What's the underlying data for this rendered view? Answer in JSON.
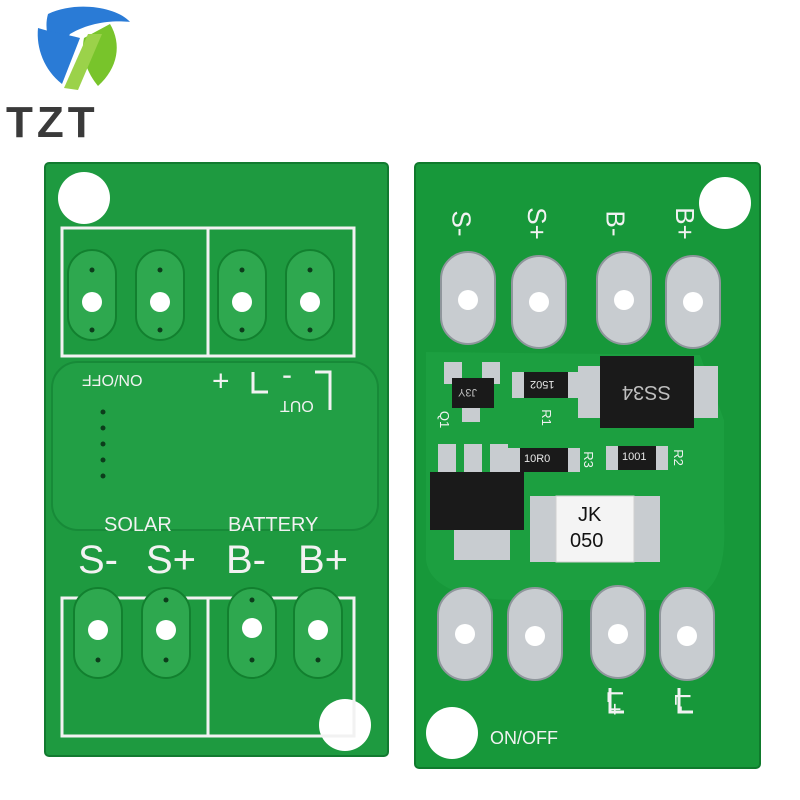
{
  "brand": {
    "name": "TZT",
    "colors": {
      "text": "#3a3a3a",
      "mark_blue": "#2a7bd6",
      "mark_green": "#78c42b"
    }
  },
  "board_front": {
    "silkscreen": {
      "on_off": "ON/OFF",
      "out_label": "OUT",
      "plus": "+",
      "minus": "-",
      "solar": "SOLAR",
      "battery": "BATTERY",
      "s_minus": "S-",
      "s_plus": "S+",
      "b_minus": "B-",
      "b_plus": "B+"
    },
    "colors": {
      "pcb": "#1e9a40",
      "silk": "#f2f2f2",
      "pad": "#2ea84f"
    }
  },
  "board_back": {
    "silkscreen": {
      "s_minus": "S-",
      "s_plus": "S+",
      "b_minus": "B-",
      "b_plus": "B+",
      "q1": "Q1",
      "r1": "R1",
      "r2": "R2",
      "r3": "R3",
      "on_off": "ON/OFF",
      "l_plus": "L+",
      "l_minus": "L-"
    },
    "components": {
      "r1_code": "1502",
      "r3_code": "10R0",
      "r2_code": "1001",
      "diode_code": "SS34",
      "transistor_code": "J3Y",
      "fuse_line1": "JK",
      "fuse_line2": "050"
    },
    "colors": {
      "pcb": "#17983a",
      "silk": "#f2f2f2",
      "pad": "#c8ccd0",
      "chip": "#1a1a1a"
    }
  }
}
